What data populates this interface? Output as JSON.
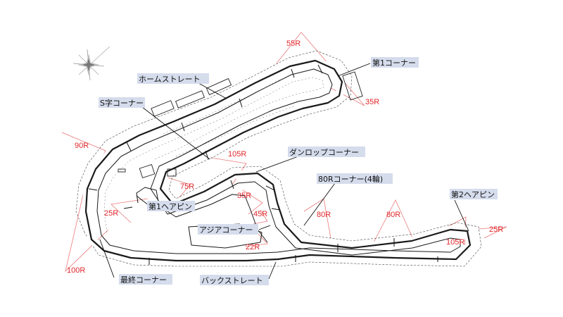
{
  "map": {
    "corners": [
      {
        "id": "first-corner",
        "label": "第1コーナー"
      },
      {
        "id": "home-straight",
        "label": "ホームストレート"
      },
      {
        "id": "s-curve",
        "label": "S字コーナー"
      },
      {
        "id": "dunlop-corner",
        "label": "ダンロップコーナー"
      },
      {
        "id": "80r-corner",
        "label": "80Rコーナー(4輪)"
      },
      {
        "id": "second-hairpin",
        "label": "第2ヘアピン"
      },
      {
        "id": "first-hairpin",
        "label": "第1ヘアピン"
      },
      {
        "id": "asia-corner",
        "label": "アジアコーナー"
      },
      {
        "id": "final-corner",
        "label": "最終コーナー"
      },
      {
        "id": "back-straight",
        "label": "バックストレート"
      }
    ],
    "radii": [
      {
        "id": "r-55",
        "label": "55R"
      },
      {
        "id": "r-35-first",
        "label": "35R"
      },
      {
        "id": "r-90",
        "label": "90R"
      },
      {
        "id": "r-105-s",
        "label": "105R"
      },
      {
        "id": "r-75",
        "label": "75R"
      },
      {
        "id": "r-35-dunlop",
        "label": "35R"
      },
      {
        "id": "r-25-left",
        "label": "25R"
      },
      {
        "id": "r-45",
        "label": "45R"
      },
      {
        "id": "r-80-a",
        "label": "80R"
      },
      {
        "id": "r-80-b",
        "label": "80R"
      },
      {
        "id": "r-22",
        "label": "22R"
      },
      {
        "id": "r-105-hairpin",
        "label": "105R"
      },
      {
        "id": "r-25-right",
        "label": "25R"
      },
      {
        "id": "r-100",
        "label": "100R"
      }
    ],
    "north_arrow_icon": "compass-rose-icon"
  }
}
